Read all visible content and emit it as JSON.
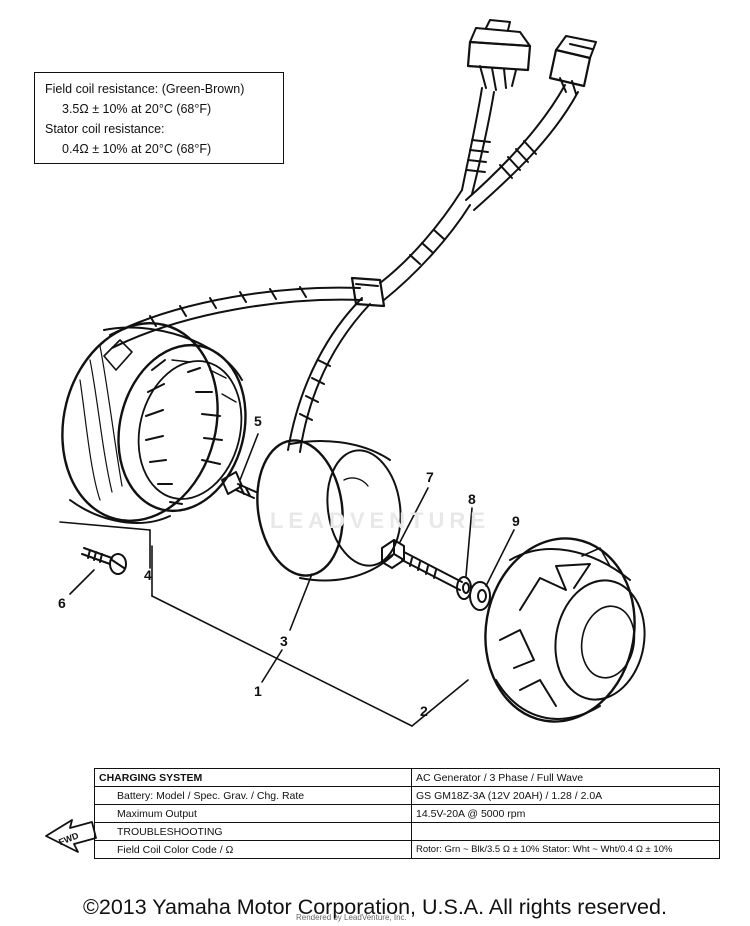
{
  "spec_box": {
    "line1": "Field coil resistance: (Green-Brown)",
    "line2": "3.5Ω ± 10% at 20°C (68°F)",
    "line3": "Stator coil resistance:",
    "line4": "0.4Ω ± 10% at 20°C (68°F)"
  },
  "callouts": [
    "1",
    "2",
    "3",
    "4",
    "5",
    "6",
    "7",
    "8",
    "9"
  ],
  "fwd_label": "FWD",
  "table": {
    "rows": [
      {
        "label": "CHARGING SYSTEM",
        "value": "AC Generator / 3 Phase / Full Wave"
      },
      {
        "label": "Battery: Model / Spec. Grav. / Chg. Rate",
        "value": "GS GM18Z-3A (12V 20AH) / 1.28 / 2.0A"
      },
      {
        "label": "Maximum Output",
        "value": "14.5V-20A @ 5000 rpm"
      },
      {
        "label": "TROUBLESHOOTING",
        "value": ""
      },
      {
        "label": "Field Coil Color Code / Ω",
        "value": "Rotor: Grn ~ Blk/3.5 Ω ± 10%  Stator: Wht ~ Wht/0.4 Ω ± 10%"
      }
    ]
  },
  "watermark": "LEADVENTURE",
  "credit": "Rendered by LeadVenture, Inc.",
  "copyright": "©2013 Yamaha Motor Corporation, U.S.A. All rights reserved."
}
